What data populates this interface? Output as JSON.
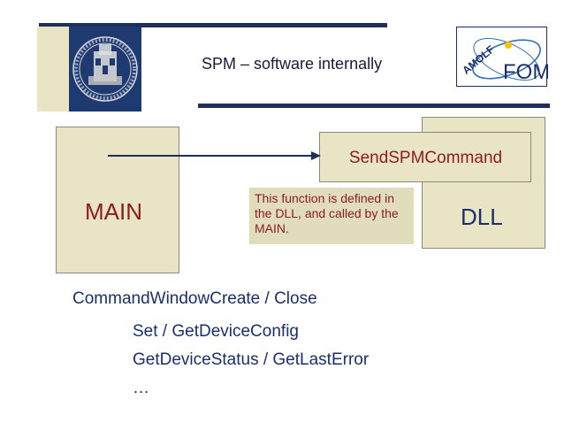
{
  "header": {
    "title": "SPM – software internally",
    "logo_left": "leiden-university-seal",
    "logo_right": {
      "text_amolf": "AMOLF",
      "text_fom": "FOM"
    }
  },
  "diagram": {
    "main_box": "MAIN",
    "dll_box": "DLL",
    "function_box": "SendSPMCommand",
    "note": "This function is defined in the DLL, and called by the MAIN."
  },
  "commands": {
    "line1": "CommandWindowCreate / Close",
    "line2": "Set / GetDeviceConfig",
    "line3": "GetDeviceStatus / GetLastError",
    "line4": "…"
  },
  "colors": {
    "beige": "#e8e4c4",
    "navy": "#1b2f6b",
    "dark_red": "#8b1d1d",
    "bar": "#1e2f5c"
  }
}
